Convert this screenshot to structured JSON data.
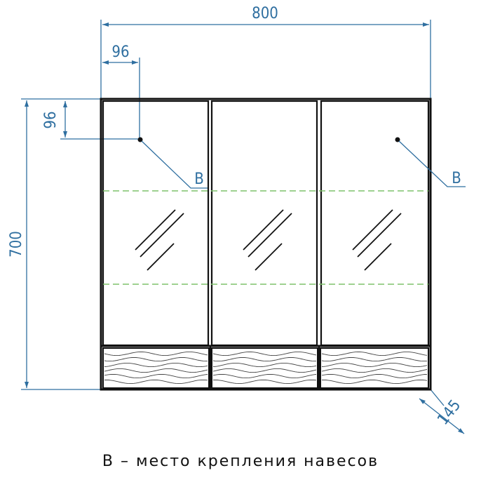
{
  "colors": {
    "dimension": "#2f6fa0",
    "outline": "#111111",
    "shelf_dash": "#7ec26b",
    "background": "#ffffff"
  },
  "dimensions": {
    "width": "800",
    "height": "700",
    "mount_offset_x": "96",
    "mount_offset_y": "96",
    "depth": "145"
  },
  "markers": {
    "left": "B",
    "right": "B"
  },
  "caption": "B – место крепления навесов"
}
